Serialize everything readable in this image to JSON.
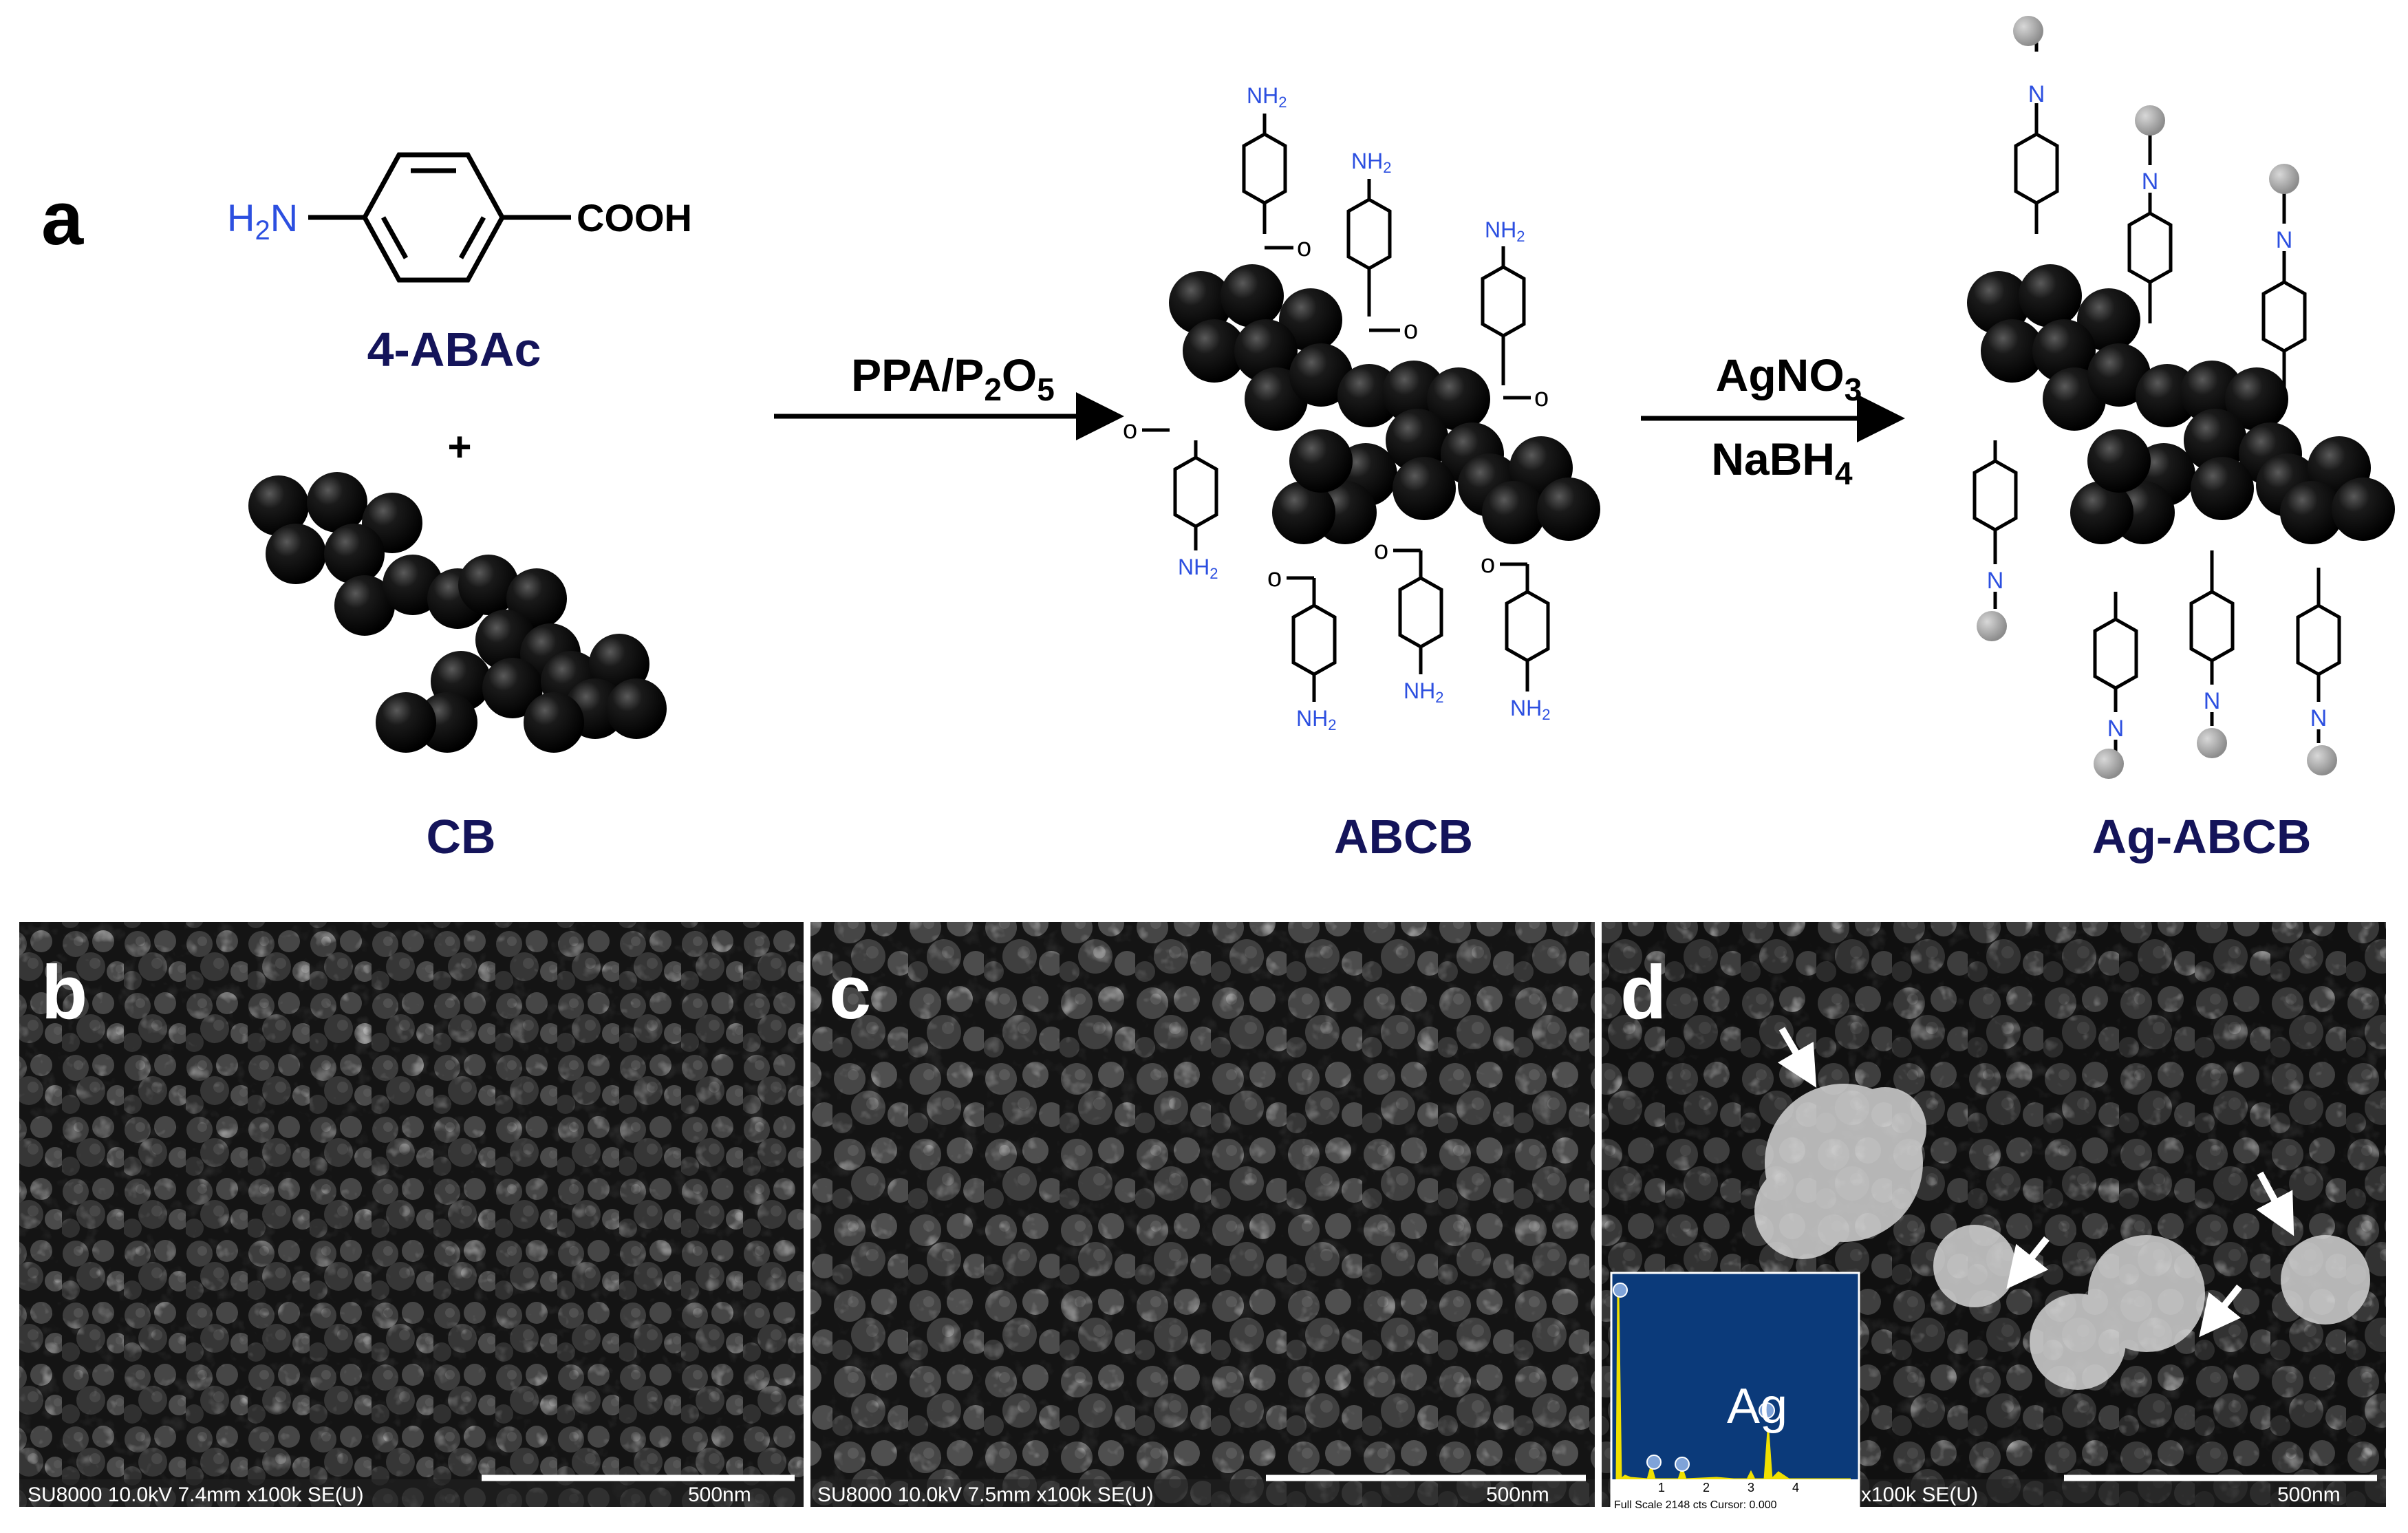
{
  "panel_a": {
    "label": "a",
    "reactant": {
      "amine_group": "H",
      "amine_group_sub": "2",
      "amine_n": "N",
      "acid_group": "COOH",
      "name": "4-ABAc"
    },
    "plus": "+",
    "carbon_black": {
      "name": "CB"
    },
    "step1": {
      "reagent_parts": [
        "PPA/P",
        "2",
        "O",
        "5"
      ]
    },
    "abcb": {
      "name": "ABCB",
      "nh2_base": "NH",
      "nh2_sub": "2",
      "carbonyl": "o"
    },
    "step2": {
      "reagent_top_parts": [
        "AgNO",
        "3"
      ],
      "reagent_bottom_parts": [
        "NaBH",
        "4"
      ]
    },
    "ag_abcb": {
      "name": "Ag-ABCB",
      "n_label": "N"
    }
  },
  "sem_panels": [
    {
      "label": "b",
      "info": "SU8000 10.0kV 7.4mm x100k SE(U)",
      "scale": "500nm"
    },
    {
      "label": "c",
      "info": "SU8000 10.0kV 7.5mm x100k SE(U)",
      "scale": "500nm"
    },
    {
      "label": "d",
      "info": "x100k SE(U)",
      "scale": "500nm"
    }
  ],
  "eds_inset": {
    "element": "Ag",
    "footer": "Full Scale 2148 cts Cursor: 0.000",
    "ticks": [
      "1",
      "2",
      "3",
      "4"
    ]
  },
  "colors": {
    "title_navy": "#14145a",
    "amine_blue": "#2c4fe0",
    "ag_gray": "#a0a0a0",
    "eds_bg": "#0b3a7a",
    "eds_peak": "#f0e000"
  }
}
